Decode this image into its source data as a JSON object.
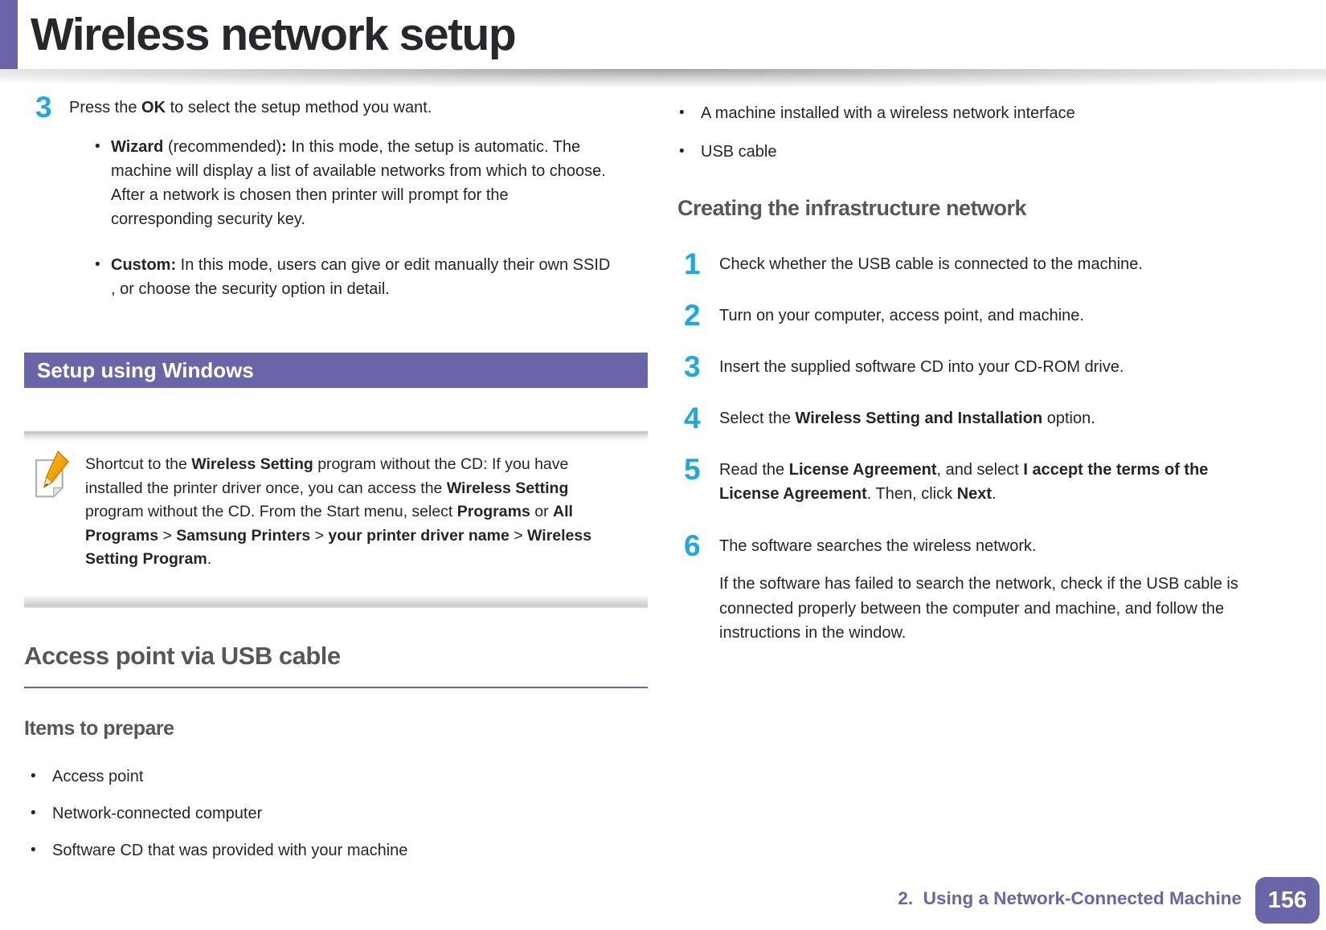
{
  "page": {
    "title": "Wireless network setup"
  },
  "colors": {
    "accent_purple": "#6A64A8",
    "step_number_blue": "#1FA8E0",
    "heading_gray": "#57565A",
    "body_text": "#262428"
  },
  "bullet_char": "•",
  "left": {
    "step3": {
      "num": "3",
      "text": [
        {
          "t": "Press the ",
          "b": false
        },
        {
          "t": "OK",
          "b": true
        },
        {
          "t": " to select the setup method you want.",
          "b": false
        }
      ],
      "bullets": [
        [
          {
            "t": "Wizard",
            "b": true
          },
          {
            "t": " (recommended)",
            "b": false
          },
          {
            "t": ":",
            "b": true
          },
          {
            "t": " In this mode, the setup is automatic. The machine will display a list of available networks from which to choose. After a network is chosen then printer will prompt for the corresponding security key.",
            "b": false
          }
        ],
        [
          {
            "t": "Custom:",
            "b": true
          },
          {
            "t": " In this mode, users can give or edit manually their own SSID , or choose the security option in detail.",
            "b": false
          }
        ]
      ]
    },
    "banner": "Setup using Windows",
    "note": [
      {
        "t": "Shortcut to the ",
        "b": false
      },
      {
        "t": "Wireless Setting",
        "b": true
      },
      {
        "t": " program without the CD: If you have installed the printer driver once, you can access the ",
        "b": false
      },
      {
        "t": "Wireless Setting",
        "b": true
      },
      {
        "t": " program without the CD. From the Start menu, select ",
        "b": false
      },
      {
        "t": "Programs",
        "b": true
      },
      {
        "t": " or ",
        "b": false
      },
      {
        "t": "All Programs",
        "b": true
      },
      {
        "t": " > ",
        "b": false
      },
      {
        "t": "Samsung Printers",
        "b": true
      },
      {
        "t": " > ",
        "b": false
      },
      {
        "t": "your printer driver name",
        "b": true
      },
      {
        "t": " > ",
        "b": false
      },
      {
        "t": "Wireless Setting Program",
        "b": true
      },
      {
        "t": ".",
        "b": false
      }
    ],
    "section_heading": "Access point via USB cable",
    "items_heading": "Items to prepare",
    "items": [
      "Access point",
      "Network-connected computer",
      "Software CD that was provided with your machine"
    ]
  },
  "right": {
    "bullets": [
      "A machine installed with a wireless network interface",
      "USB cable"
    ],
    "heading": "Creating the infrastructure network",
    "steps": [
      {
        "num": "1",
        "text": [
          {
            "t": "Check whether the USB cable is connected to the machine.",
            "b": false
          }
        ]
      },
      {
        "num": "2",
        "text": [
          {
            "t": "Turn on your computer, access point, and machine.",
            "b": false
          }
        ]
      },
      {
        "num": "3",
        "text": [
          {
            "t": "Insert the supplied software CD into your CD-ROM drive.",
            "b": false
          }
        ]
      },
      {
        "num": "4",
        "text": [
          {
            "t": "Select the ",
            "b": false
          },
          {
            "t": "Wireless Setting and Installation",
            "b": true
          },
          {
            "t": " option.",
            "b": false
          }
        ]
      },
      {
        "num": "5",
        "text": [
          {
            "t": "Read the ",
            "b": false
          },
          {
            "t": "License Agreement",
            "b": true
          },
          {
            "t": ", and select ",
            "b": false
          },
          {
            "t": "I accept the terms of the License Agreement",
            "b": true
          },
          {
            "t": ". Then, click ",
            "b": false
          },
          {
            "t": "Next",
            "b": true
          },
          {
            "t": ".",
            "b": false
          }
        ]
      },
      {
        "num": "6",
        "text": [
          {
            "t": "The software searches the wireless network.",
            "b": false
          }
        ],
        "extra": "If the software has failed to search the network, check if the USB cable is connected properly between the computer and machine, and follow the instructions in the window."
      }
    ]
  },
  "footer": {
    "chapter": "2.  Using a Network-Connected Machine",
    "page_number": "156"
  }
}
